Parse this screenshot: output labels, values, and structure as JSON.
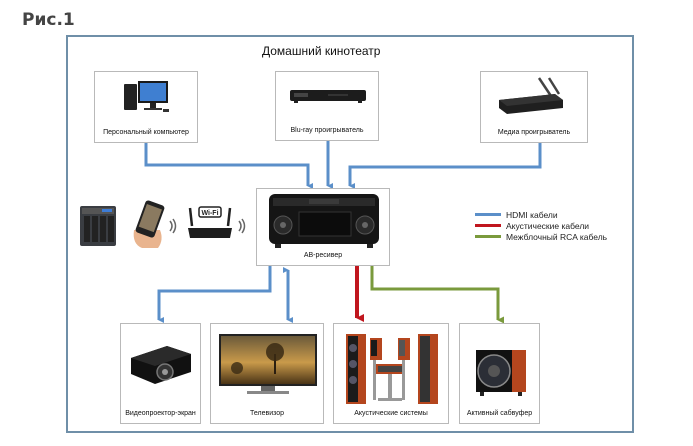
{
  "figure_label": "Рис.1",
  "diagram": {
    "title": "Домашний кинотеатр",
    "sources": [
      {
        "id": "pc",
        "label": "Персональный компьютер",
        "icon": "desktop-computer-icon"
      },
      {
        "id": "bluray",
        "label": "Blu-ray проигрыватель",
        "icon": "bluray-player-icon"
      },
      {
        "id": "media",
        "label": "Медиа проигрыватель",
        "icon": "media-player-icon"
      }
    ],
    "hub": {
      "id": "receiver",
      "label": "AB-ресивер",
      "icon": "av-receiver-icon"
    },
    "network_devices": [
      {
        "id": "nas",
        "icon": "nas-storage-icon"
      },
      {
        "id": "smartphone",
        "icon": "smartphone-icon"
      },
      {
        "id": "wifi-signal-1",
        "icon": "wireless-signal-icon"
      },
      {
        "id": "router",
        "icon": "wifi-router-icon",
        "badge": "Wi-Fi"
      },
      {
        "id": "wifi-signal-2",
        "icon": "wireless-signal-icon"
      }
    ],
    "outputs": [
      {
        "id": "projector",
        "label": "Видеопроектор-экран",
        "icon": "projector-icon",
        "cable": "hdmi"
      },
      {
        "id": "tv",
        "label": "Телевизор",
        "icon": "tv-icon",
        "cable": "hdmi",
        "bidirectional": true
      },
      {
        "id": "speakers",
        "label": "Акустические системы",
        "icon": "speaker-system-icon",
        "cable": "acoustic"
      },
      {
        "id": "subwoofer",
        "label": "Активный сабвуфер",
        "icon": "subwoofer-icon",
        "cable": "rca"
      }
    ],
    "legend": [
      {
        "key": "hdmi",
        "label": "HDMI кабели",
        "color": "#5b8fc9"
      },
      {
        "key": "acoustic",
        "label": "Акустические кабели",
        "color": "#c0161e"
      },
      {
        "key": "rca",
        "label": "Межблочный RCA кабель",
        "color": "#7a9a3c"
      }
    ]
  }
}
